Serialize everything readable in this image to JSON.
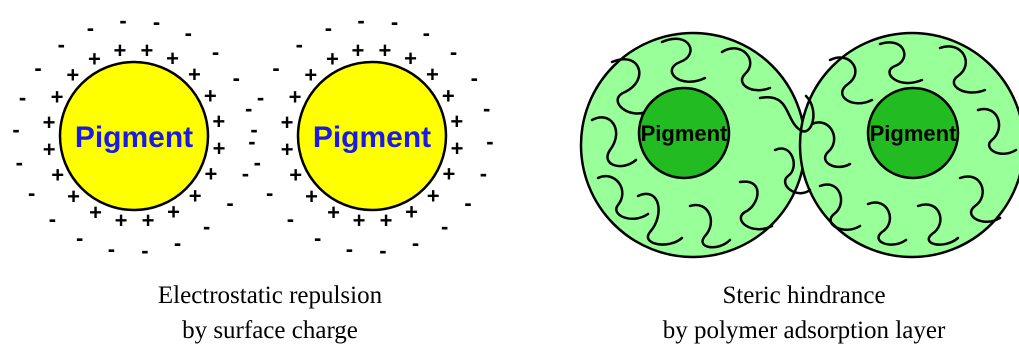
{
  "electrostatic": {
    "particle_label": "Pigment",
    "caption_line1": "Electrostatic repulsion",
    "caption_line2": "by surface charge",
    "positive_symbol": "+",
    "negative_symbol": "-"
  },
  "steric": {
    "particle_label": "Pigment",
    "caption_line1": "Steric hindrance",
    "caption_line2": "by polymer adsorption layer"
  },
  "colors": {
    "yellow_pigment": "#ffff00",
    "green_pigment": "#22bb22",
    "polymer_layer": "#99ff99",
    "positive_ion_text": "#000000",
    "label_blue": "#1a1ae6"
  }
}
